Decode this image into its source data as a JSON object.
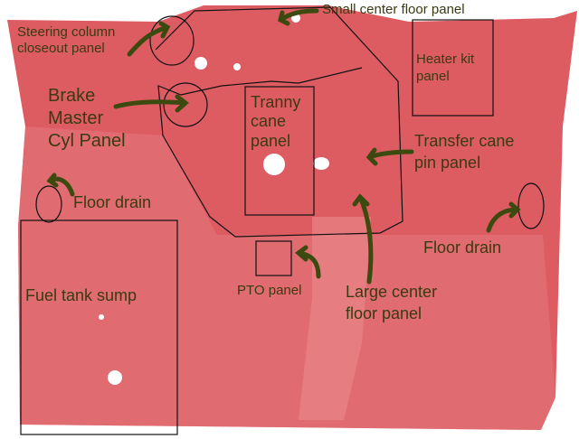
{
  "colors": {
    "panel": "#dc5c62",
    "panel_light": "#e98084",
    "annotation": "#3b3a10",
    "arrow": "#3c4a10"
  },
  "labels": {
    "small_center": "Small center floor panel",
    "steering_1": "Steering column",
    "steering_2": "closeout panel",
    "heater_1": "Heater kit",
    "heater_2": "panel",
    "brake_1": "Brake",
    "brake_2": "Master",
    "brake_3": "Cyl Panel",
    "tranny_1": "Tranny",
    "tranny_2": "cane",
    "tranny_3": "panel",
    "transfer_1": "Transfer cane",
    "transfer_2": "pin panel",
    "floor_drain_left": "Floor drain",
    "floor_drain_right": "Floor drain",
    "fuel_tank": "Fuel tank sump",
    "pto": "PTO panel",
    "large_center_1": "Large center",
    "large_center_2": "floor panel"
  }
}
